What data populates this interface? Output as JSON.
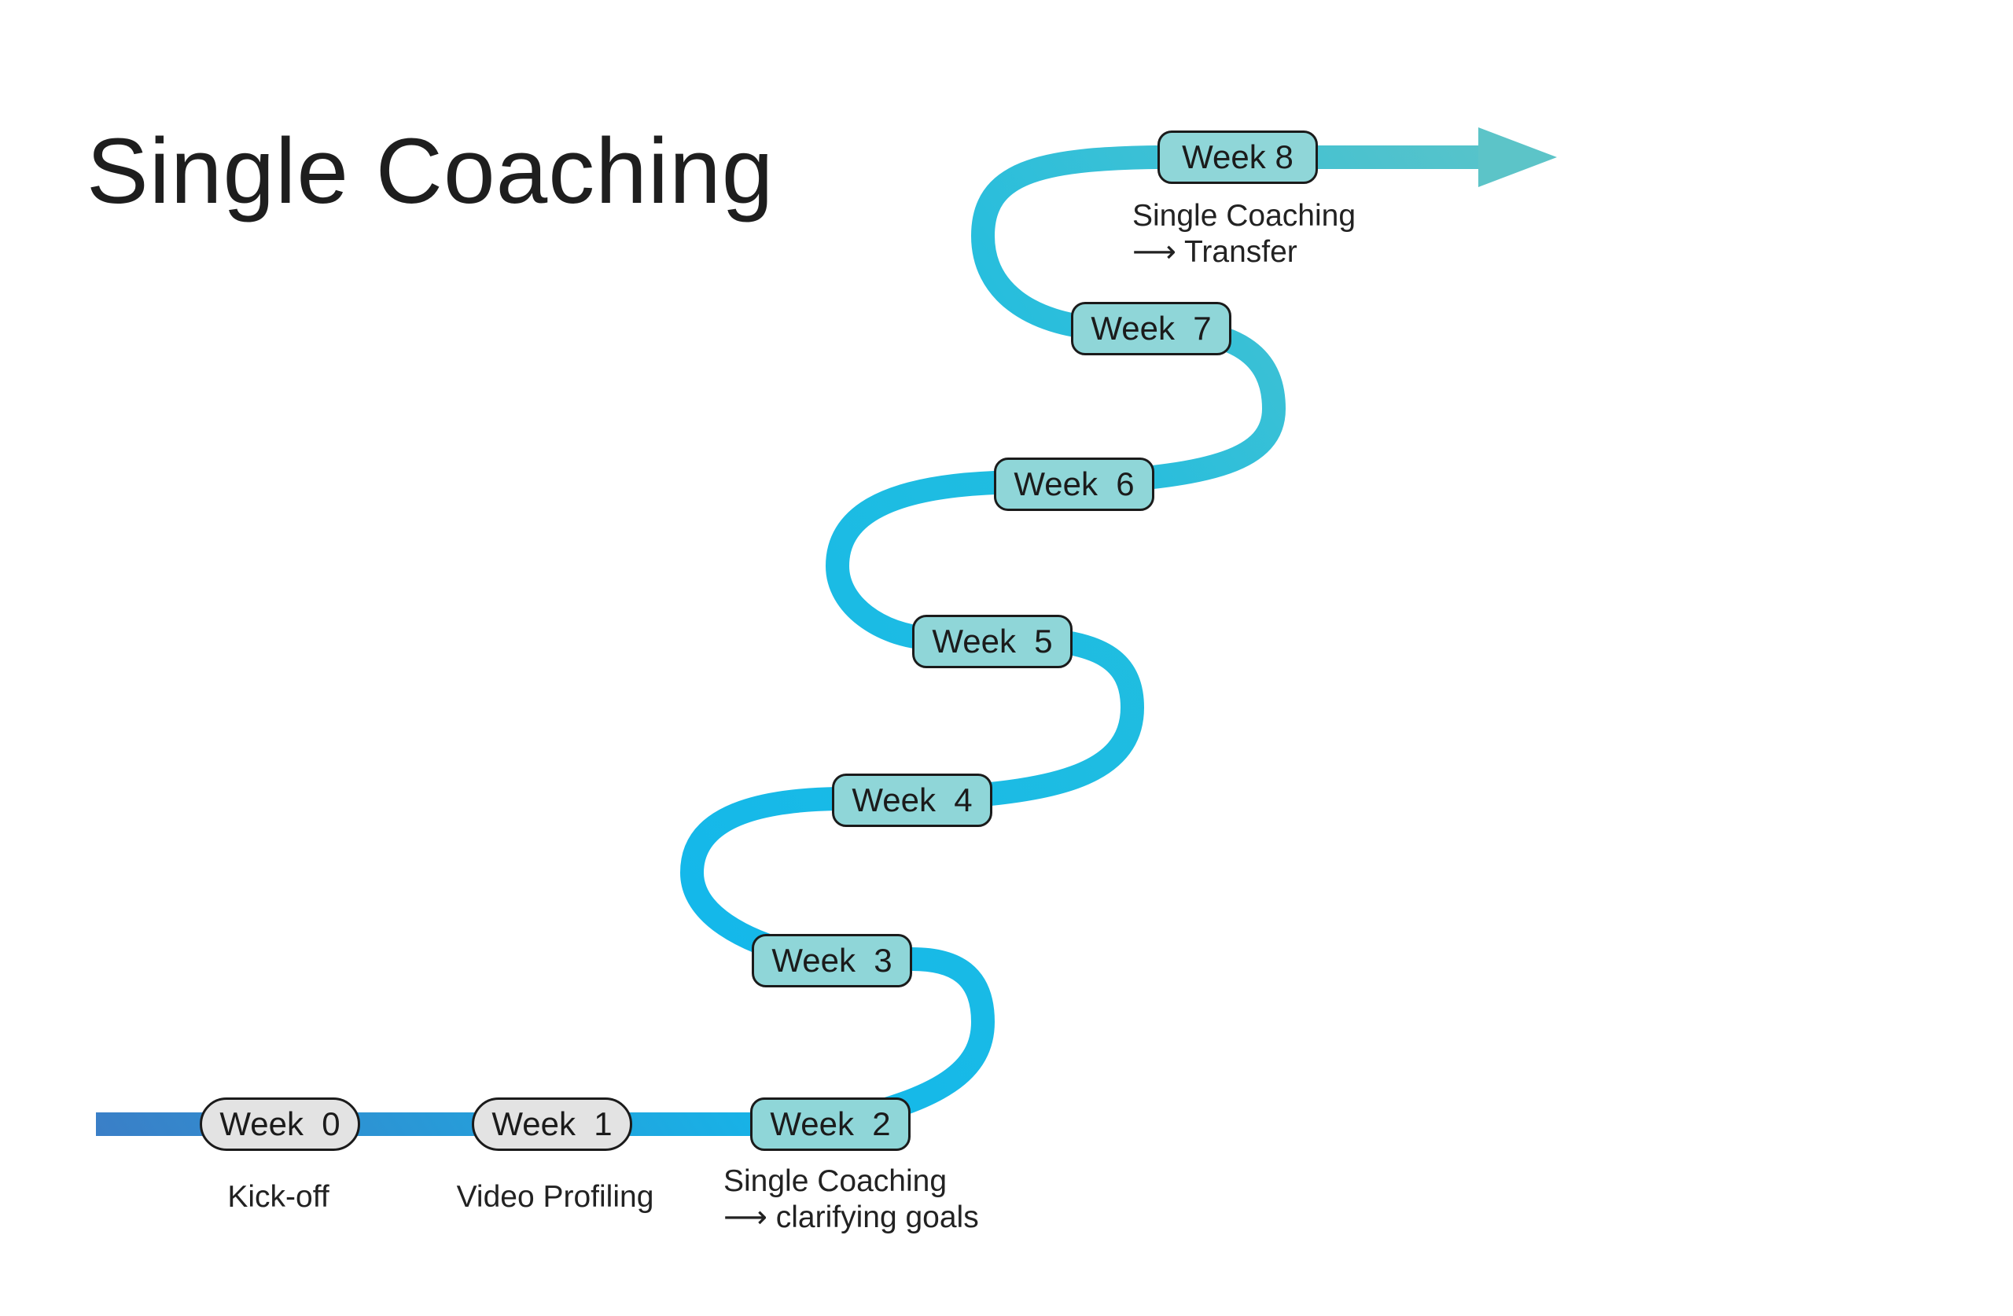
{
  "title": "Single Coaching",
  "colors": {
    "path_start": "#3a7fc7",
    "path_mid": "#14b8ea",
    "path_end": "#5cc4c8",
    "pill_teal": "#8fd6d8",
    "pill_grey": "#e3e3e3",
    "outline": "#1b1b1b"
  },
  "milestones": [
    {
      "label": "Week  0",
      "caption": "Kick-off",
      "style": "grey"
    },
    {
      "label": "Week  1",
      "caption": "Video Profiling",
      "style": "grey"
    },
    {
      "label": "Week  2",
      "caption_line1": "Single Coaching",
      "caption_line2": "⟶  clarifying goals",
      "style": "teal"
    },
    {
      "label": "Week  3",
      "style": "teal"
    },
    {
      "label": "Week  4",
      "style": "teal"
    },
    {
      "label": "Week  5",
      "style": "teal"
    },
    {
      "label": "Week  6",
      "style": "teal"
    },
    {
      "label": "Week  7",
      "style": "teal"
    },
    {
      "label": "Week 8",
      "caption_line1": "Single Coaching",
      "caption_line2": "⟶  Transfer",
      "style": "teal"
    }
  ],
  "arrow_icon": "arrow-right-icon"
}
